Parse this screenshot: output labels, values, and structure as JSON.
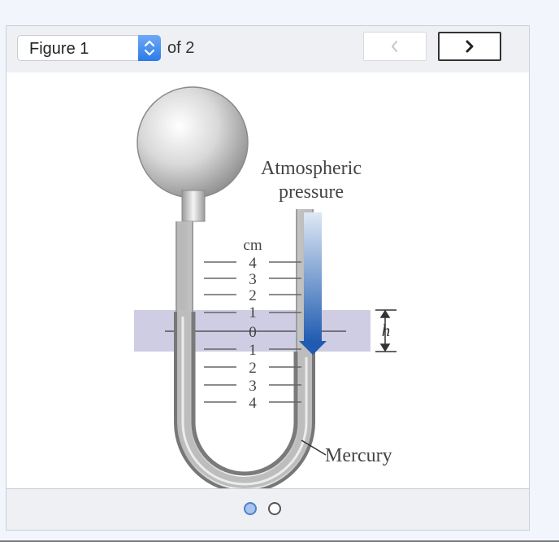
{
  "toolbar": {
    "figure_select_value": "Figure 1",
    "of_text": "of 2",
    "prev_icon": "chevron-left-icon",
    "next_icon": "chevron-right-icon"
  },
  "figure": {
    "label_atmospheric_line1": "Atmospheric",
    "label_atmospheric_line2": "pressure",
    "scale_unit": "cm",
    "scale_upper": [
      "4",
      "3",
      "2",
      "1"
    ],
    "scale_zero": "0",
    "scale_lower": [
      "1",
      "2",
      "3",
      "4"
    ],
    "height_label": "h",
    "mercury_label": "Mercury"
  },
  "pager": {
    "total_pages": 2,
    "current_page": 1
  },
  "colors": {
    "accent": "#2a7ae8",
    "arrow": "#1f5bb0",
    "band": "#cfcde3"
  }
}
